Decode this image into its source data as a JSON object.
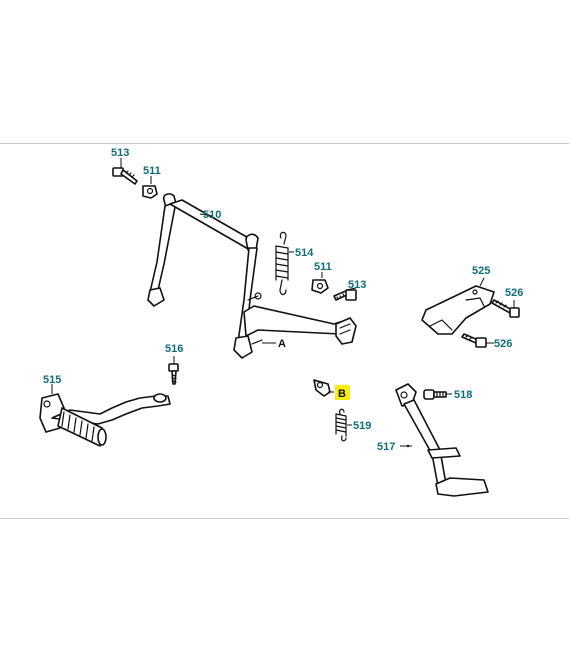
{
  "colors": {
    "callout": "#0f6e78",
    "highlight": "#f7ec14",
    "line": "#111111"
  },
  "callouts": [
    {
      "id": "c513a",
      "text": "513"
    },
    {
      "id": "c511a",
      "text": "511"
    },
    {
      "id": "c510",
      "text": "510"
    },
    {
      "id": "c514",
      "text": "514"
    },
    {
      "id": "c511b",
      "text": "511"
    },
    {
      "id": "c513b",
      "text": "513"
    },
    {
      "id": "c525",
      "text": "525"
    },
    {
      "id": "c526a",
      "text": "526"
    },
    {
      "id": "c526b",
      "text": "526"
    },
    {
      "id": "c516",
      "text": "516"
    },
    {
      "id": "c515",
      "text": "515"
    },
    {
      "id": "c518",
      "text": "518"
    },
    {
      "id": "c519",
      "text": "519"
    },
    {
      "id": "c517",
      "text": "517"
    }
  ],
  "markers": {
    "a": "A",
    "b": "B"
  }
}
